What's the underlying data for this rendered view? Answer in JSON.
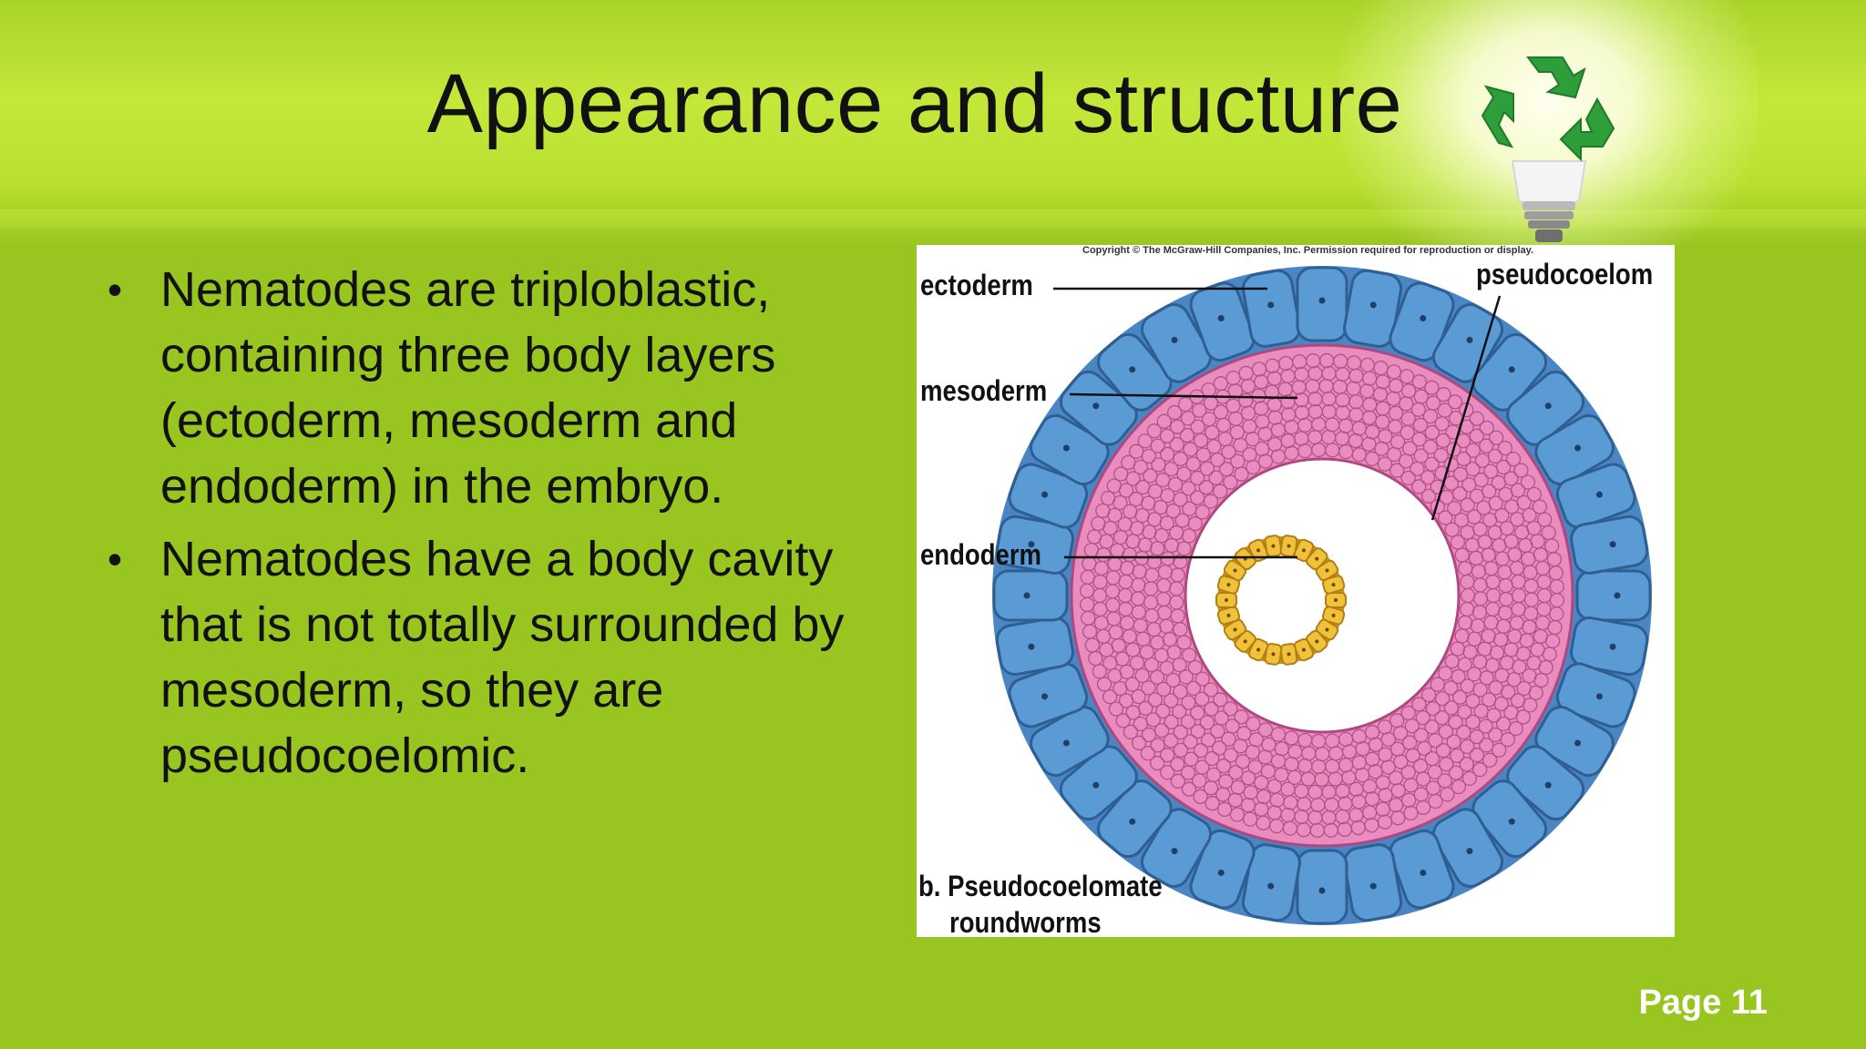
{
  "slide": {
    "title": "Appearance and structure",
    "bullets": [
      "Nematodes are triploblastic, containing three body layers (ectoderm, mesoderm and endoderm) in the embryo.",
      "Nematodes have a body cavity that is not totally surrounded by mesoderm, so they are pseudocoelomic."
    ],
    "bullet_glyph": "•",
    "page_label": "Page 11"
  },
  "figure": {
    "copyright": "Copyright © The McGraw-Hill Companies, Inc. Permission required for reproduction or display.",
    "labels": {
      "ectoderm": "ectoderm",
      "mesoderm": "mesoderm",
      "endoderm": "endoderm",
      "pseudocoelom": "pseudocoelom",
      "caption_line1": "b. Pseudocoelomate",
      "caption_line2": "roundworms"
    },
    "colors": {
      "ectoderm": "#5b9bd5",
      "mesoderm": "#e88dbd",
      "endoderm": "#f2c13a",
      "cavity": "#ffffff"
    }
  },
  "icons": {
    "logo": "recycle-lightbulb-icon"
  },
  "theme": {
    "background": "#98c51f",
    "title_band": "#c4e83a"
  }
}
